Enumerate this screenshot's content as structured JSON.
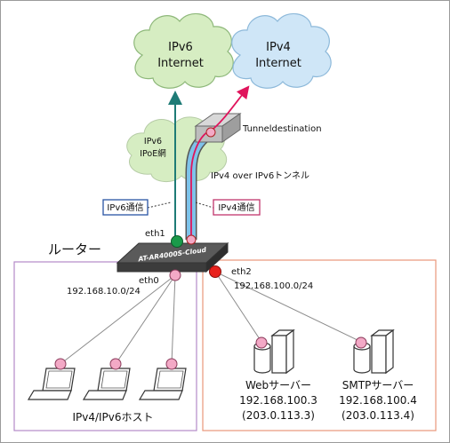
{
  "clouds": {
    "ipv6_internet": [
      "IPv6",
      "Internet"
    ],
    "ipv4_internet": [
      "IPv4",
      "Internet"
    ],
    "ipoe": [
      "IPv6",
      "IPoE網"
    ]
  },
  "labels": {
    "tunnel_destination": "Tunneldestination",
    "ipv4_over_ipv6": "IPv4 over IPv6トンネル",
    "ipv6_comm": "IPv6通信",
    "ipv4_comm": "IPv4通信",
    "eth1": "eth1",
    "router": "ルーター",
    "router_model": "AT-AR4000S-Cloud",
    "eth0": "eth0",
    "eth0_net": "192.168.10.0/24",
    "eth2": "eth2",
    "eth2_net": "192.168.100.0/24",
    "hosts": "IPv4/IPv6ホスト"
  },
  "servers": {
    "web": [
      "Webサーバー",
      "192.168.100.3",
      "(203.0.113.3)"
    ],
    "smtp": [
      "SMTPサーバー",
      "192.168.100.4",
      "(203.0.113.4)"
    ]
  },
  "colors": {
    "cloud_green": "#d6edc2",
    "cloud_blue": "#cfe6f7",
    "ipv6_line": "#1e7b76",
    "ipv4_line": "#e0145c",
    "tunnel": "#7fc2ea",
    "lan_left_border": "#b48ac8",
    "lan_right_border": "#e8977a",
    "node_pink": "#f3a9c6",
    "eth1_green": "#1a9a4a",
    "eth2_red": "#e8211c"
  }
}
